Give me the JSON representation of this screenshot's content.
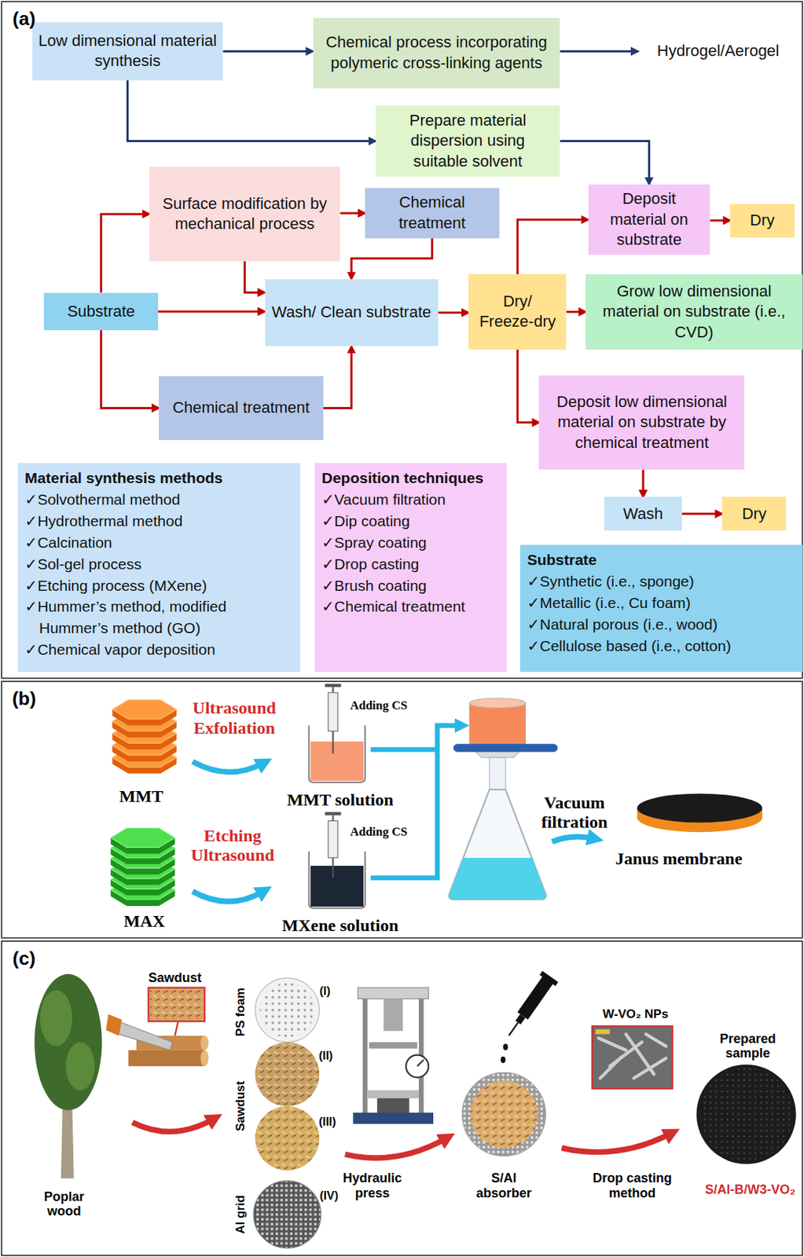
{
  "diagram": {
    "nodes": [
      {
        "text": [
          "Low dimensional material synthesis"
        ]
      },
      {
        "text": [
          "Chemical process incorporating polymeric cross-linking agents"
        ]
      },
      {
        "text": [
          "Hydrogel/Aerogel"
        ]
      },
      {
        "text": [
          "Prepare material dispersion using suitable solvent"
        ]
      },
      {
        "text": [
          "Surface modification by mechanical process"
        ]
      },
      {
        "text": [
          "Chemical treatment"
        ]
      },
      {
        "text": [
          "Deposit material on substrate"
        ]
      },
      {
        "text": [
          "Dry"
        ]
      },
      {
        "text": [
          "Substrate"
        ]
      },
      {
        "text": [
          "Wash/ Clean substrate"
        ]
      },
      {
        "text": [
          "Dry/ Freeze-dry"
        ]
      },
      {
        "text": [
          "Grow low dimensional material on substrate (i.e., CVD)"
        ]
      },
      {
        "text": [
          "Chemical treatment"
        ]
      },
      {
        "text": [
          "Deposit low dimensional material on substrate by chemical treatment"
        ]
      },
      {
        "text": [
          "Wash"
        ]
      },
      {
        "text": [
          "Dry"
        ]
      },
      {
        "text": [
          "Material synthesis methods",
          "✓Solvothermal method",
          "✓Hydrothermal method",
          "✓Calcination",
          "✓Sol-gel process",
          "✓Etching process (MXene)",
          "✓Hummer’s method, modified Hummer’s method (GO)",
          "✓Chemical vapor deposition"
        ]
      },
      {
        "text": [
          "Deposition techniques",
          "✓Vacuum filtration",
          "✓Dip coating",
          "✓Spray coating",
          "✓Drop casting",
          "✓Brush coating",
          "✓Chemical treatment"
        ]
      },
      {
        "text": [
          "Substrate",
          "✓Synthetic (i.e., sponge)",
          "✓Metallic (i.e., Cu foam)",
          "✓Natural porous (i.e., wood)",
          "✓Cellulose based (i.e., cotton)"
        ]
      }
    ],
    "edges": [
      {
        "from": 0,
        "to": 1,
        "arrow": "to"
      },
      {
        "from": 1,
        "to": 2,
        "arrow": "to"
      },
      {
        "from": 0,
        "to": 3,
        "arrow": "to"
      },
      {
        "from": 3,
        "to": 6,
        "arrow": "to"
      },
      {
        "from": 6,
        "to": 7,
        "arrow": "to"
      },
      {
        "from": 8,
        "to": 4,
        "arrow": "to"
      },
      {
        "from": 8,
        "to": 9,
        "arrow": "to"
      },
      {
        "from": 8,
        "to": 12,
        "arrow": "to"
      },
      {
        "from": 4,
        "to": 5,
        "arrow": "to"
      },
      {
        "from": 5,
        "to": 9,
        "arrow": "to"
      },
      {
        "from": 4,
        "to": 9,
        "arrow": "to"
      },
      {
        "from": 12,
        "to": 9,
        "arrow": "to"
      },
      {
        "from": 9,
        "to": 10,
        "arrow": "to"
      },
      {
        "from": 10,
        "to": 6,
        "arrow": "to"
      },
      {
        "from": 10,
        "to": 11,
        "arrow": "to"
      },
      {
        "from": 10,
        "to": 13,
        "arrow": "to"
      },
      {
        "from": 13,
        "to": 14,
        "arrow": "to"
      },
      {
        "from": 14,
        "to": 15,
        "arrow": "to"
      }
    ],
    "labels": [
      "(a)",
      "(b)",
      "Ultrasound Exfoliation",
      "MMT",
      "Adding CS",
      "MMT solution",
      "Etching Ultrasound",
      "MAX",
      "Adding CS",
      "MXene solution",
      "Vacuum filtration",
      "Janus membrane",
      "(c)",
      "Sawdust",
      "PS foam",
      "(I)",
      "Sawdust",
      "(II)",
      "(III)",
      "Al grid",
      "(IV)",
      "Hydraulic press",
      "S/Al absorber",
      "W-VO₂ NPs",
      "Drop casting method",
      "Prepared sample",
      "S/Al-B/W3-VO₂",
      "Poplar wood"
    ]
  }
}
